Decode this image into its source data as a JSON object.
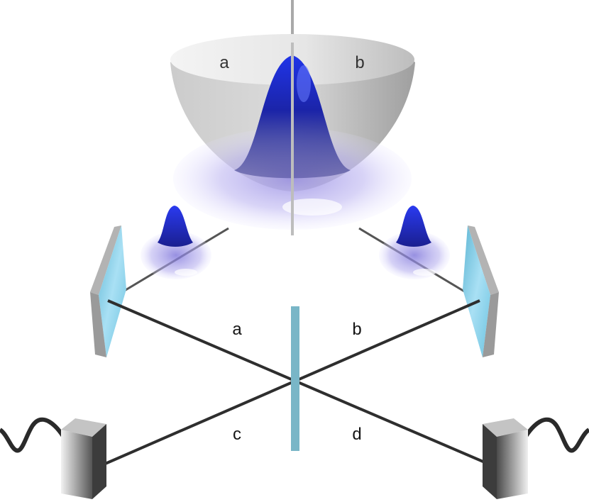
{
  "labels": {
    "bowl_left": "a",
    "bowl_right": "b",
    "beam_upper_left": "a",
    "beam_upper_right": "b",
    "beam_lower_left": "c",
    "beam_lower_right": "d"
  },
  "colors": {
    "wavepacket": "#1f2fd6",
    "halo": "#b8b0f0",
    "mirror_face": "#8fd3ee",
    "beamsplitter": "#79b6c7",
    "beam": "#333333",
    "trap": "#c9c9c9",
    "detector": "#7d7d7d"
  }
}
